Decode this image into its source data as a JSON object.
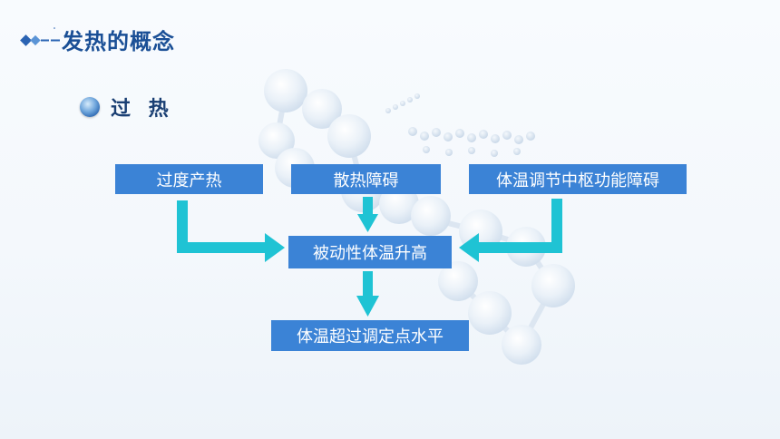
{
  "header": {
    "title": "发热的概念"
  },
  "section": {
    "title": "过 热"
  },
  "diagram": {
    "causes": [
      {
        "label": "过度产热"
      },
      {
        "label": "散热障碍"
      },
      {
        "label": "体温调节中枢功能障碍"
      }
    ],
    "effect": {
      "label": "被动性体温升高"
    },
    "result": {
      "label": "体温超过调定点水平"
    }
  },
  "colors": {
    "title": "#1a4f96",
    "box": "#3b83d6",
    "arrow": "#1fc3d4",
    "background": "#f4f8fc"
  },
  "icons": {
    "title_decoration": "diamond-chain-icon",
    "section_bullet": "blue-orb-icon"
  }
}
